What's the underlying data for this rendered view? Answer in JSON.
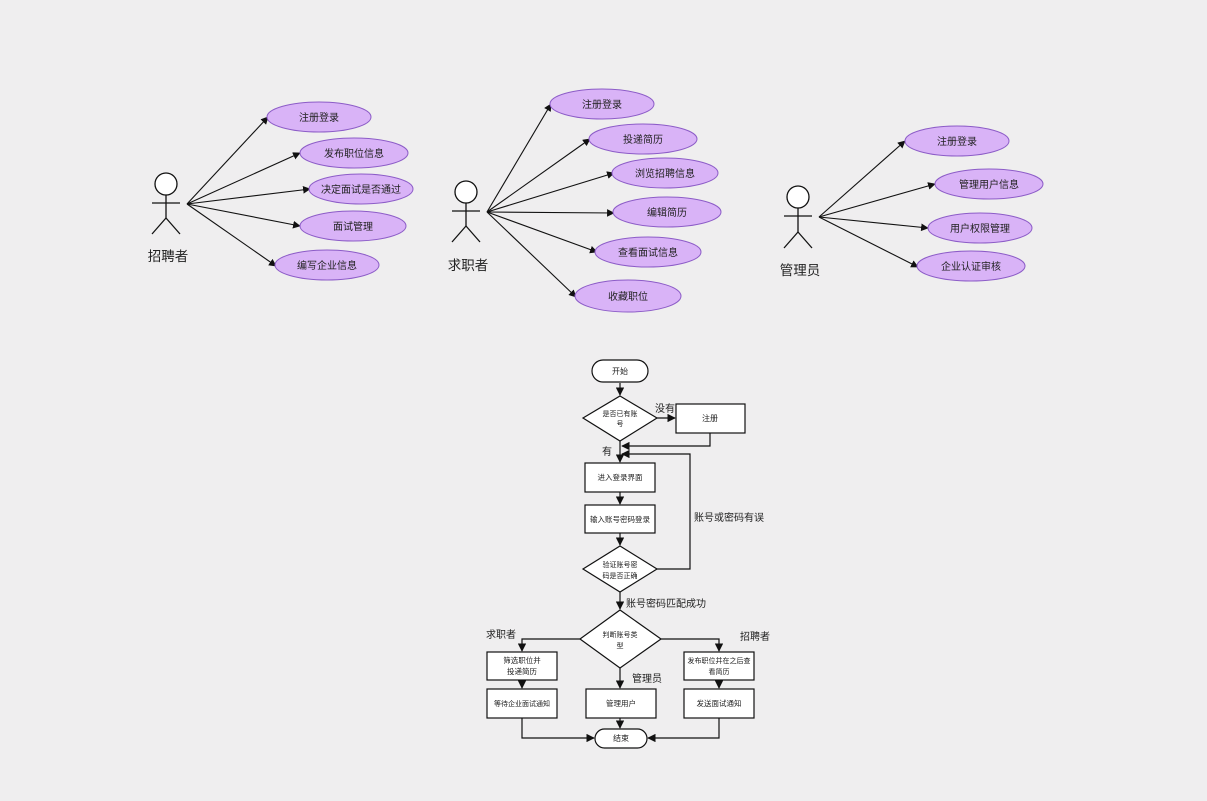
{
  "colors": {
    "ellipse_fill": "#d9b3f7",
    "ellipse_stroke": "#8c5cc7",
    "line": "#111111",
    "background": "#efeeef",
    "box_fill": "#ffffff"
  },
  "actors": [
    {
      "name": "招聘者",
      "use_cases": [
        "注册登录",
        "发布职位信息",
        "决定面试是否通过",
        "面试管理",
        "编写企业信息"
      ]
    },
    {
      "name": "求职者",
      "use_cases": [
        "注册登录",
        "投递简历",
        "浏览招聘信息",
        "编辑简历",
        "查看面试信息",
        "收藏职位"
      ]
    },
    {
      "name": "管理员",
      "use_cases": [
        "注册登录",
        "管理用户信息",
        "用户权限管理",
        "企业认证审核"
      ]
    }
  ],
  "flow": {
    "start": "开始",
    "has_account_q": "是否已有账号",
    "no_label": "没有",
    "register": "注册",
    "yes_label": "有",
    "login_page": "进入登录界面",
    "input_login": "输入账号密码登录",
    "verify_q": "验证账号密码是否正确",
    "error_label": "账号或密码有误",
    "success_label": "账号密码匹配成功",
    "type_q": "判断账号类型",
    "seeker_label": "求职者",
    "recruiter_label": "招聘者",
    "admin_label": "管理员",
    "seeker_step1": "筛选职位并投递简历",
    "seeker_step2": "等待企业面试通知",
    "admin_step": "管理用户",
    "recruiter_step1": "发布职位并在之后查看简历",
    "recruiter_step2": "发送面试通知",
    "end": "结束"
  }
}
